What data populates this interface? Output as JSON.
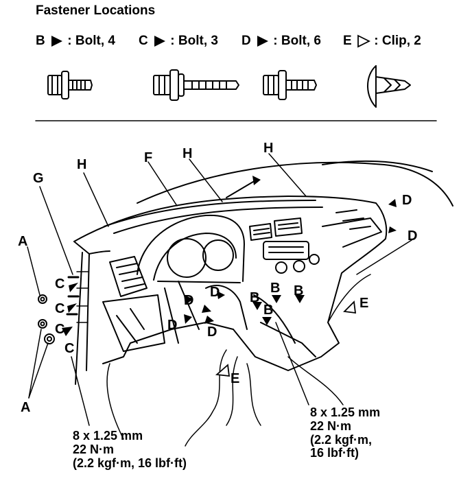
{
  "title": "Fastener Locations",
  "legend": [
    {
      "letter": "B",
      "text": ": Bolt, 4",
      "marker": "filled"
    },
    {
      "letter": "C",
      "text": ": Bolt, 3",
      "marker": "filled"
    },
    {
      "letter": "D",
      "text": ": Bolt, 6",
      "marker": "filled"
    },
    {
      "letter": "E",
      "text": ": Clip, 2",
      "marker": "outline"
    }
  ],
  "labels": {
    "A": "A",
    "B": "B",
    "C": "C",
    "D": "D",
    "E": "E",
    "F": "F",
    "G": "G",
    "H": "H"
  },
  "torque_left": {
    "line1": "8 x 1.25 mm",
    "line2": "22 N·m",
    "line3": "(2.2 kgf·m, 16 lbf·ft)"
  },
  "torque_right": {
    "line1": "8 x 1.25 mm",
    "line2": "22 N·m",
    "line3": "(2.2 kgf·m,",
    "line4": "16 lbf·ft)"
  }
}
